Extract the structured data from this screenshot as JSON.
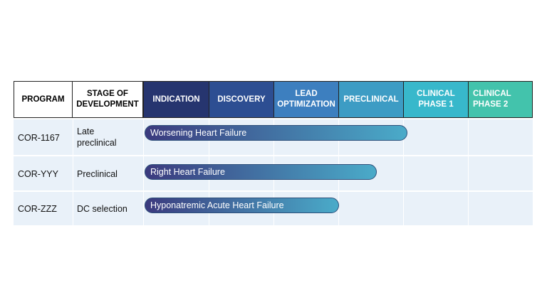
{
  "headers": [
    {
      "text": "PROGRAM",
      "bg": "#ffffff"
    },
    {
      "text": "STAGE OF\nDEVELOPMENT",
      "bg": "#ffffff"
    },
    {
      "text": "INDICATION",
      "bg": "#26356f"
    },
    {
      "text": "DISCOVERY",
      "bg": "#2d4e92"
    },
    {
      "text": "LEAD\nOPTIMIZATION",
      "bg": "#3d7fbf"
    },
    {
      "text": "PRECLINICAL",
      "bg": "#3d9cc4"
    },
    {
      "text": "CLINICAL\nPHASE  1",
      "bg": "#38b8cb"
    },
    {
      "text": "CLINICAL\nPHASE 2",
      "bg": "#43c3ac"
    }
  ],
  "rows": [
    {
      "program": "COR-1167",
      "stage": "Late\npreclinical",
      "indication": "Worsening Heart Failure",
      "progress_end_column": "CLINICAL PHASE  1"
    },
    {
      "program": "COR-YYY",
      "stage": "Preclinical",
      "indication": "Right Heart Failure",
      "progress_end_column": "PRECLINICAL"
    },
    {
      "program": "COR-ZZZ",
      "stage": "DC selection",
      "indication": "Hyponatremic Acute Heart Failure",
      "progress_end_column": "PRECLINICAL"
    }
  ],
  "colors": {
    "row_background": "#e9f1f9",
    "bar_gradient_start": "#3b3a7e",
    "bar_gradient_end": "#4aabc9"
  }
}
